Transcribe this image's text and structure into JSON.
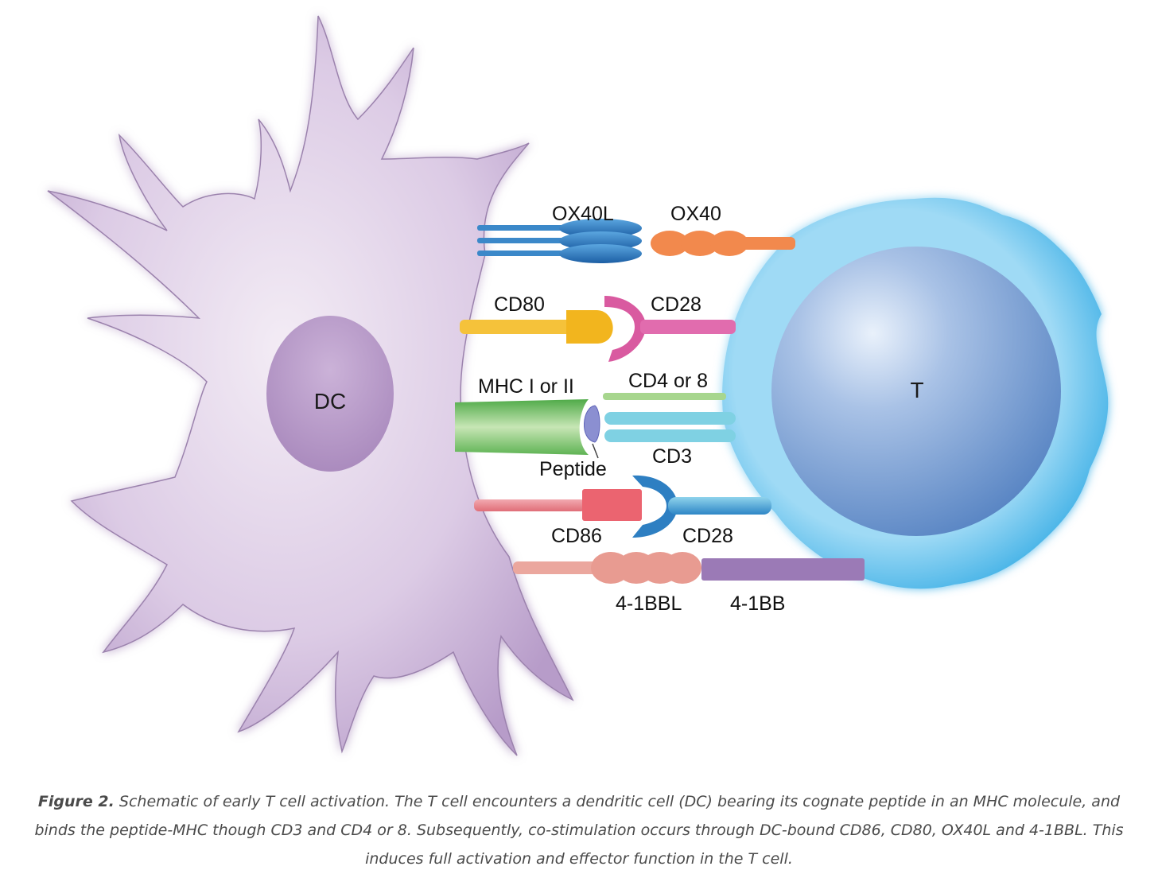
{
  "cells": {
    "dendritic": "DC",
    "t_cell": "T"
  },
  "molecules": {
    "ox40l": "OX40L",
    "ox40": "OX40",
    "cd80": "CD80",
    "cd28_top": "CD28",
    "mhc": "MHC I or II",
    "cd4_or_8": "CD4 or 8",
    "cd3": "CD3",
    "peptide": "Peptide",
    "cd86": "CD86",
    "cd28_bottom": "CD28",
    "fourone_bbl": "4-1BBL",
    "fourone_bb": "4-1BB"
  },
  "caption": {
    "label": "Figure 2.",
    "text": " Schematic of early T cell activation. The T cell encounters a dendritic cell (DC) bearing its cognate peptide in an MHC molecule, and binds the peptide-MHC though CD3 and CD4 or 8. Subsequently, co-stimulation occurs through DC-bound CD86, CD80, OX40L and 4-1BBL. This induces full activation and effector function in the T cell."
  },
  "colors": {
    "dc_body": "#e4d6ea",
    "dc_nucleus": "#b594c4",
    "t_cell_membrane": "#5fc0ec",
    "t_cell_nucleus": "#6f98cf",
    "ox40l": "#2a6fb3",
    "ox40": "#f2894d",
    "cd80": "#f2b51e",
    "cd28": "#d95aa0",
    "mhc": "#6ab65a",
    "cd4_or_8": "#a7d68e",
    "cd3": "#7fd1e3",
    "peptide": "#8b8fd1",
    "cd86": "#ea7a80",
    "cd28_bottom": "#3f93cf",
    "fourone_bbl": "#eba79e",
    "fourone_bb": "#9b7ab6"
  }
}
